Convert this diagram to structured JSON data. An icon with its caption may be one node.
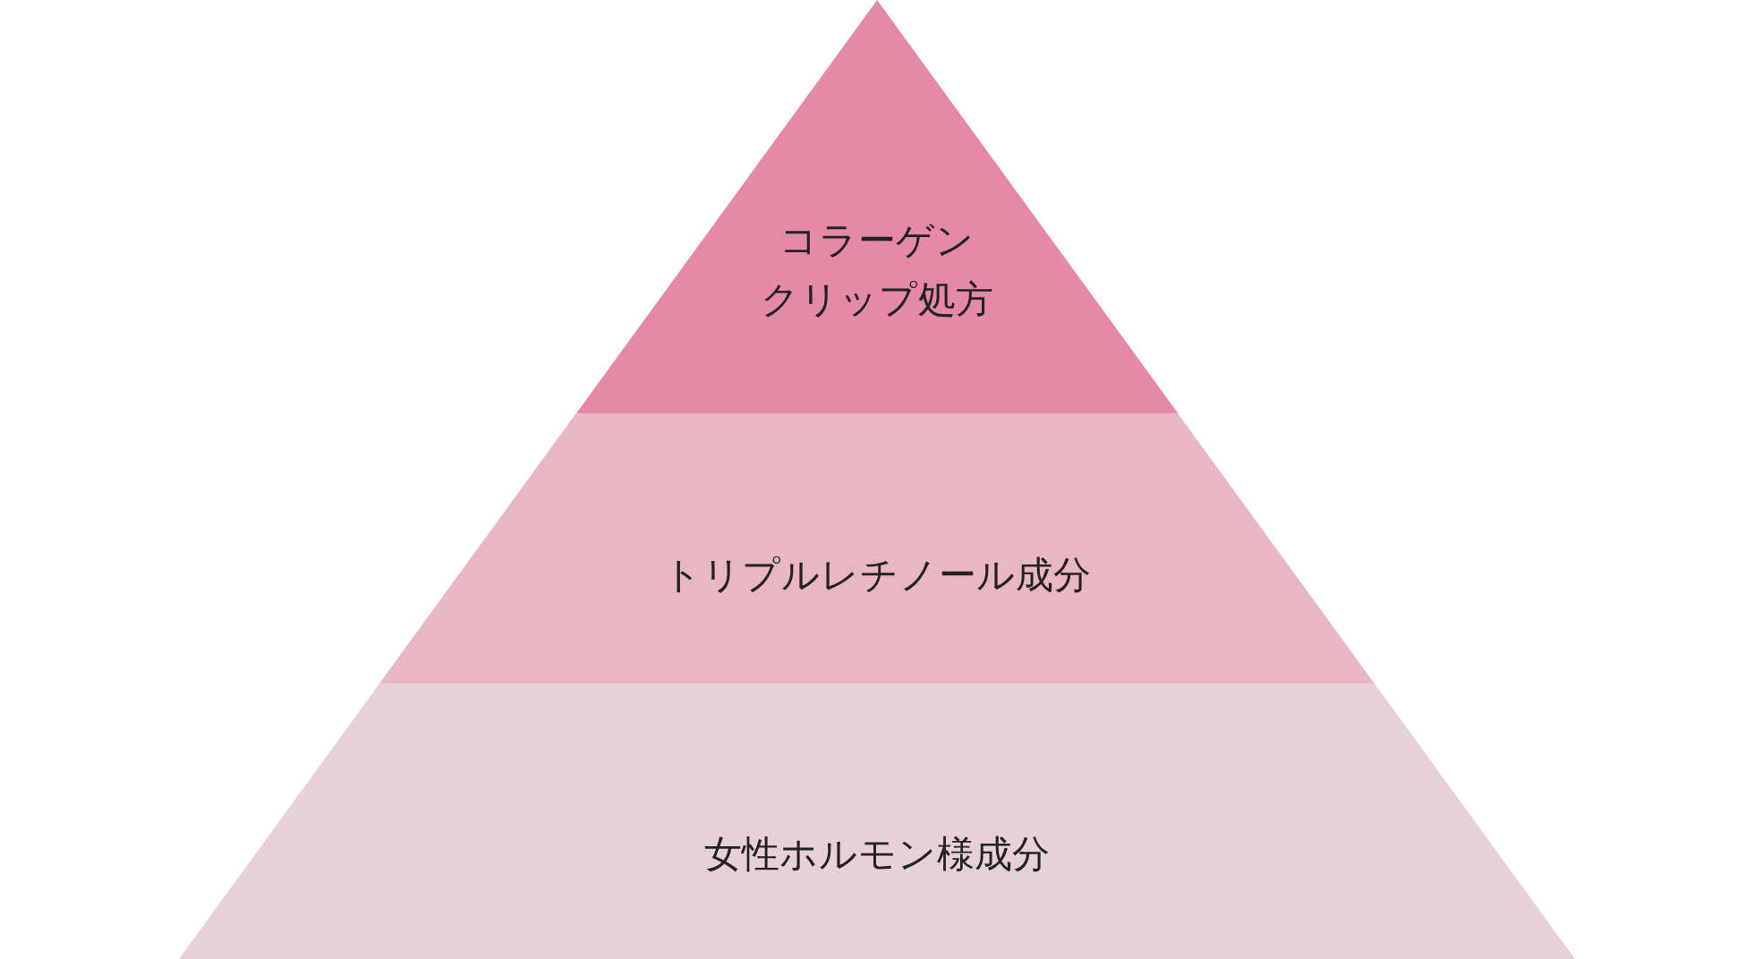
{
  "diagram": {
    "nodes": [
      {
        "text": [
          "コラーゲンクリップ処方"
        ]
      },
      {
        "text": [
          "トリプルレチノール成分"
        ]
      },
      {
        "text": [
          "女性ホルモン様成分"
        ]
      }
    ]
  }
}
